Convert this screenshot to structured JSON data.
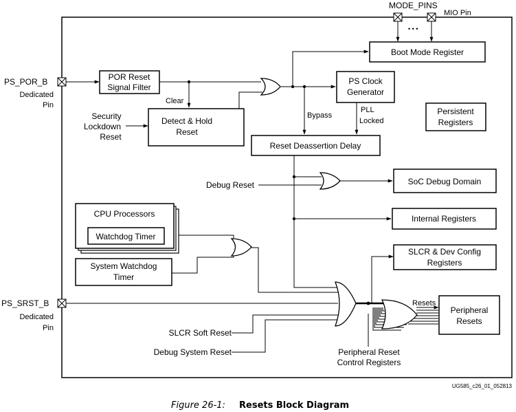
{
  "pins": {
    "por_b": "PS_POR_B",
    "srst_b": "PS_SRST_B",
    "dedicated_line1": "Dedicated",
    "dedicated_line2": "Pin",
    "mode_pins": "MODE_PINS",
    "mio_pin": "MIO Pin",
    "ellipsis": "• • •"
  },
  "blocks": {
    "boot_mode_register": "Boot Mode Register",
    "por_filter_line1": "POR Reset",
    "por_filter_line2": "Signal Filter",
    "ps_clock_line1": "PS Clock",
    "ps_clock_line2": "Generator",
    "persistent_line1": "Persistent",
    "persistent_line2": "Registers",
    "detect_hold_line1": "Detect & Hold",
    "detect_hold_line2": "Reset",
    "reset_deassertion_delay": "Reset Deassertion Delay",
    "soc_debug_domain": "SoC Debug Domain",
    "internal_registers": "Internal Registers",
    "cpu_processors": "CPU Processors",
    "watchdog_timer": "Watchdog Timer",
    "slcr_line1": "SLCR & Dev Config",
    "slcr_line2": "Registers",
    "system_watchdog_line1": "System Watchdog",
    "system_watchdog_line2": "Timer",
    "peripheral_resets_line1": "Peripheral",
    "peripheral_resets_line2": "Resets"
  },
  "labels": {
    "clear": "Clear",
    "security_line1": "Security",
    "security_line2": "Lockdown",
    "security_line3": "Reset",
    "bypass": "Bypass",
    "pll_line1": "PLL",
    "pll_line2": "Locked",
    "debug_reset": "Debug Reset",
    "resets": "Resets",
    "slcr_soft_reset": "SLCR Soft Reset",
    "debug_system_reset": "Debug System Reset",
    "prc_line1": "Peripheral Reset",
    "prc_line2": "Control Registers"
  },
  "footer": {
    "reference": "UG585_c26_01_052813",
    "figure_number": "Figure 26-1:",
    "figure_title": "Resets Block Diagram"
  }
}
